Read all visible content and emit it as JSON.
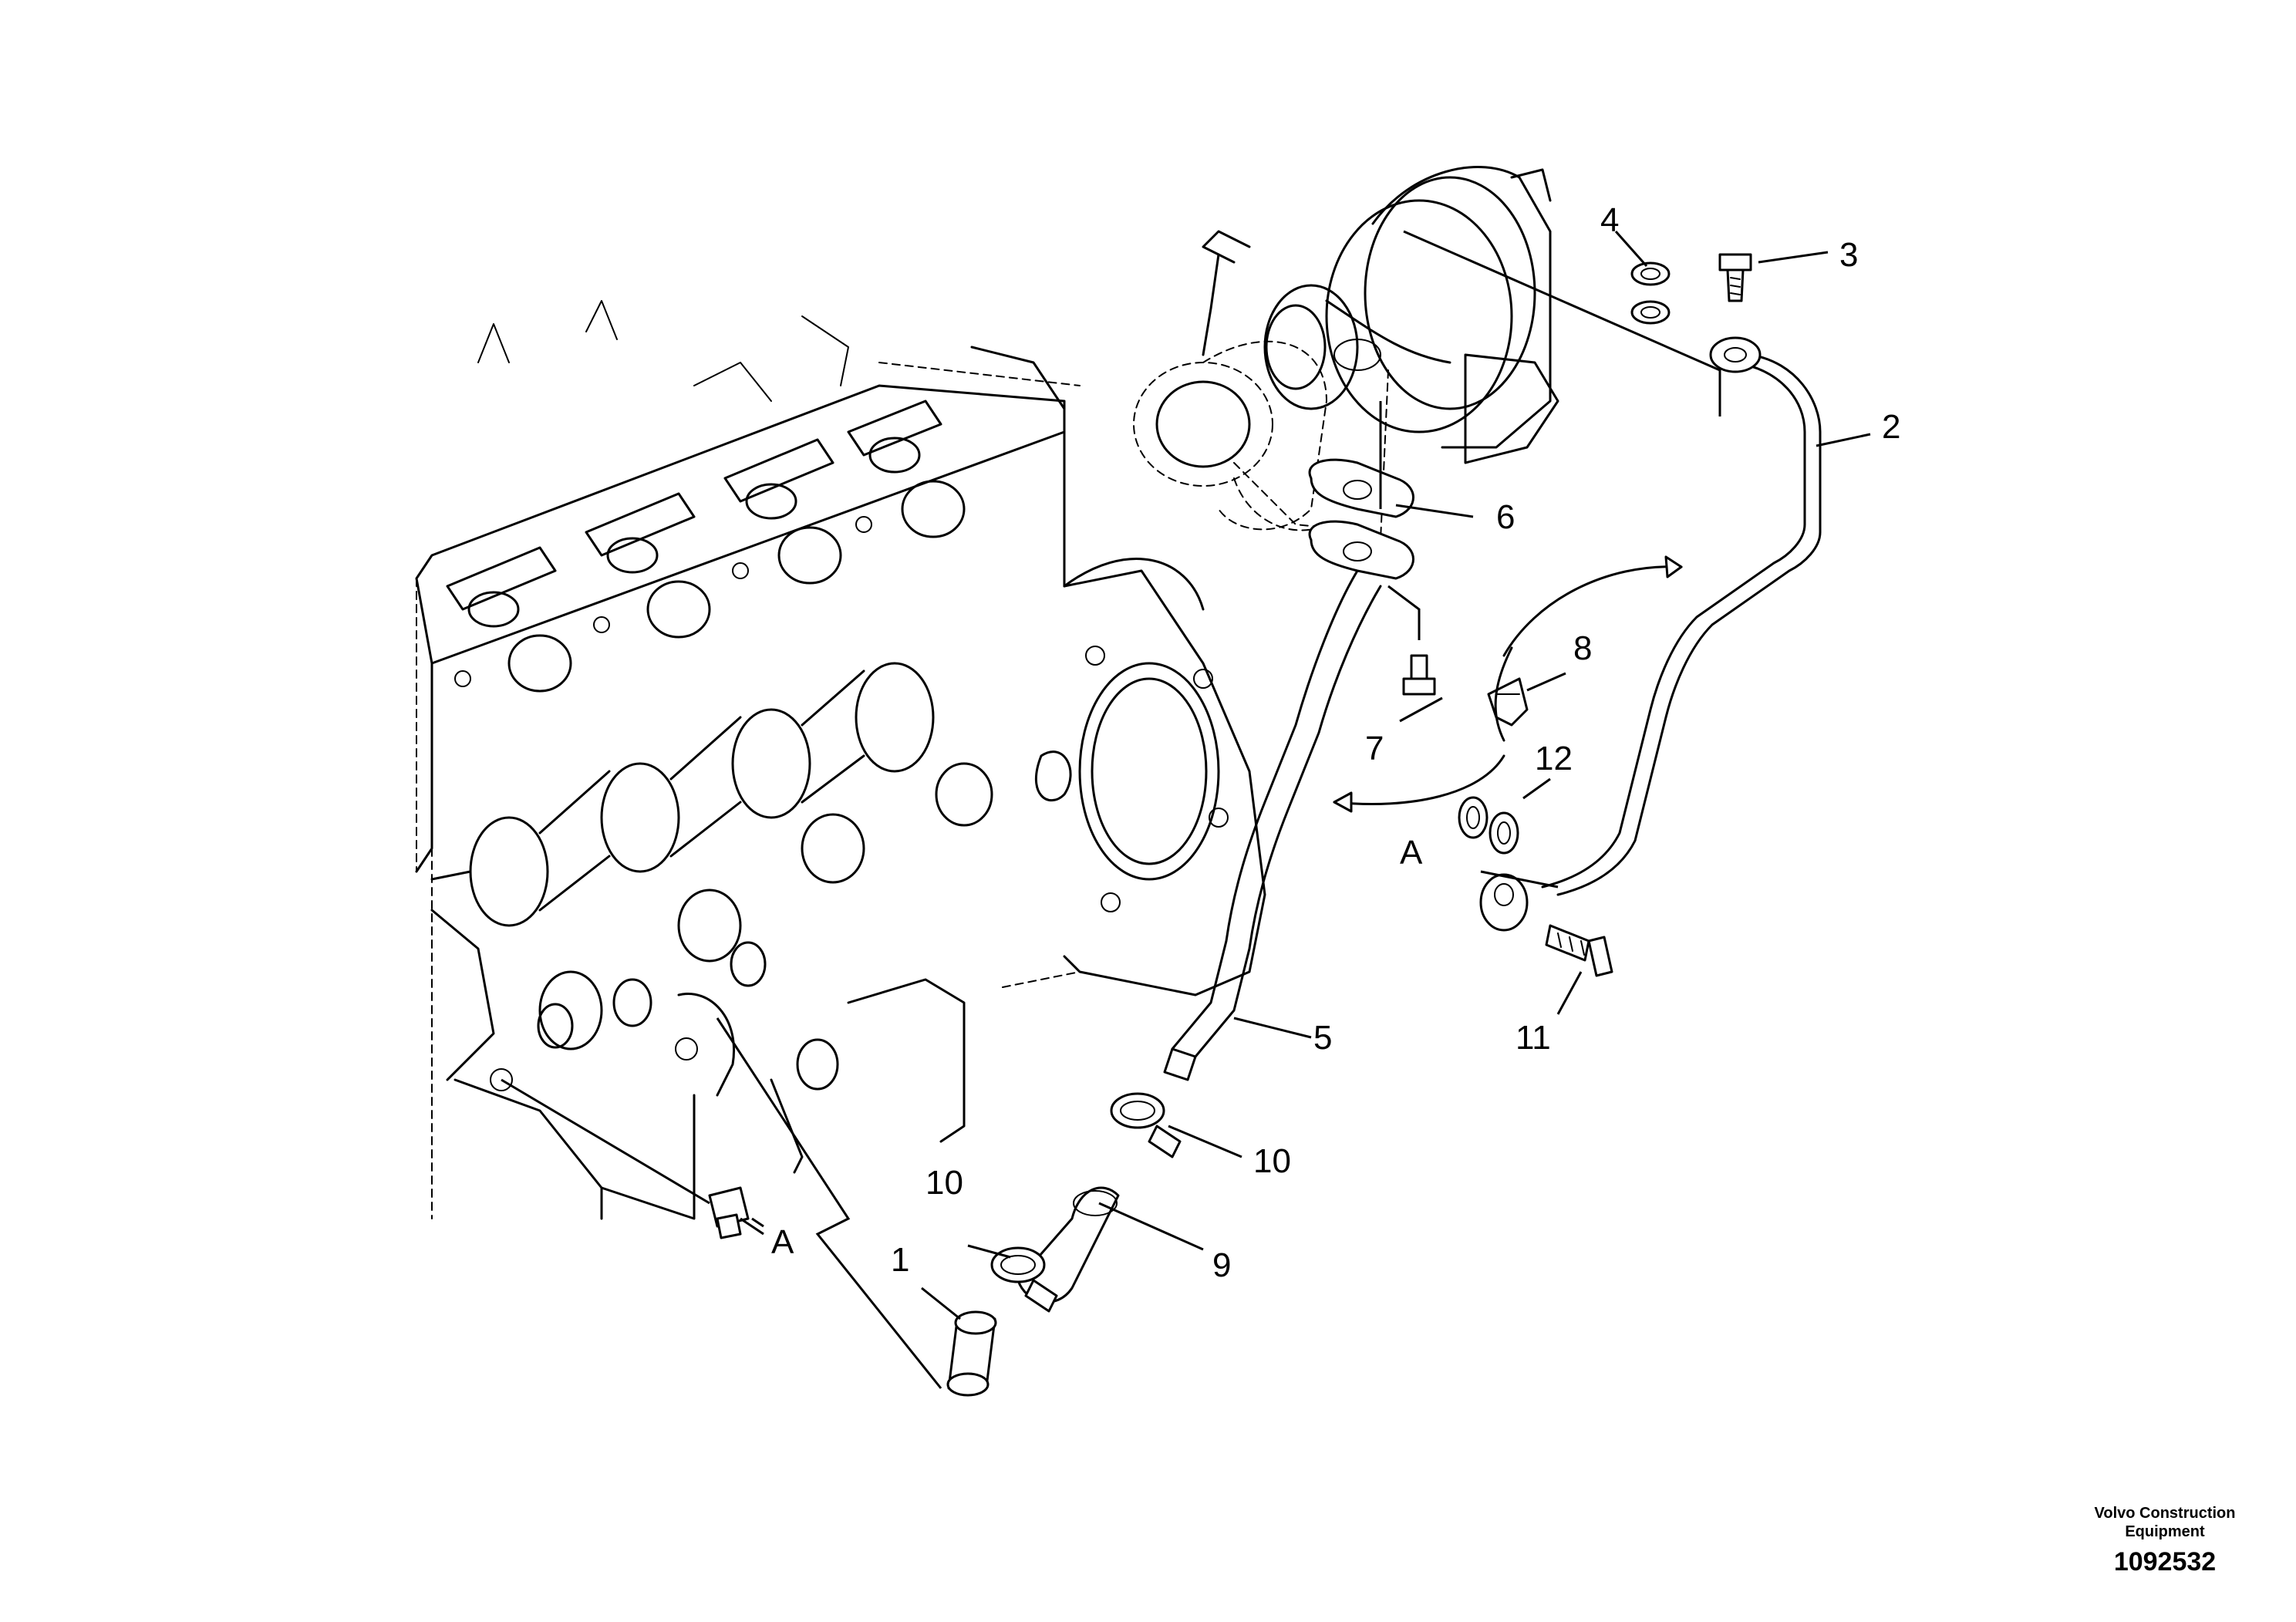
{
  "callouts": {
    "c1": "1",
    "c2": "2",
    "c3": "3",
    "c4": "4",
    "c5": "5",
    "c6": "6",
    "c7": "7",
    "c8": "8",
    "c9": "9",
    "c10a": "10",
    "c10b": "10",
    "c11": "11",
    "c12": "12",
    "refA1": "A",
    "refA2": "A"
  },
  "stamp": {
    "brand": "Volvo Construction Equipment",
    "number": "1092532"
  }
}
